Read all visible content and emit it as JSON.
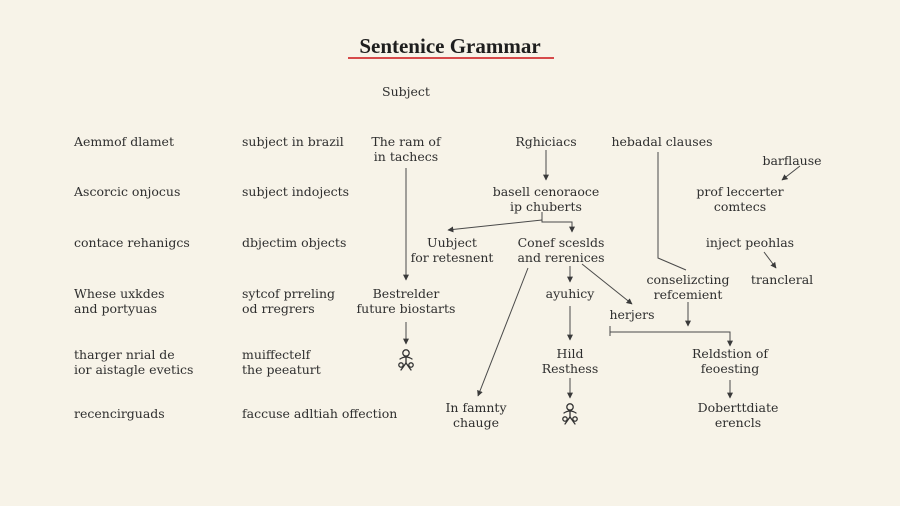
{
  "title": "Sentenice Grammar",
  "colors": {
    "underline": "#d64a4a",
    "ink": "#2e2e2e",
    "paper": "#f7f3e8"
  },
  "left_column": [
    "Aemmof dlamet",
    "Ascorcic onjocus",
    "contace rehanigcs",
    "Whese uxkdes\nand portyuas",
    "tharger nrial de\nior aistagle evetics",
    "recencirguads"
  ],
  "middle_column": [
    "subject in brazil",
    "subject indojects",
    "dbjectim objects",
    "sytcof prreling\nod rregrers",
    "muiffectelf\nthe peeaturt",
    "faccuse adltiah offection"
  ],
  "nodes": {
    "subject": "Subject",
    "ram": "The ram of\nin tachecs",
    "rghiciacs": "Rghiciacs",
    "hebadal": "hebadal clauses",
    "barflause": "barflause",
    "prof": "prof leccerter\ncomtecs",
    "basell": "basell cenoraoce\nip chuberts",
    "inject": "inject peohlas",
    "uubject": "Uubject\nfor retesnent",
    "conef": "Conef sceslds\nand rerenices",
    "compl": "conselizcting\nrefcemient",
    "trancleral": "trancleral",
    "bestr": "Bestrelder\nfuture biostarts",
    "ayuhicy": "ayuhicy",
    "herjers": "herjers",
    "hild": "Hild\nResthess",
    "reldstion": "Reldstion of\nfeoesting",
    "infamnty": "In famnty\nchauge",
    "dobert": "Doberttdiate\nerencls"
  },
  "figure_icons": [
    "person-figure-icon",
    "person-figure-icon"
  ]
}
